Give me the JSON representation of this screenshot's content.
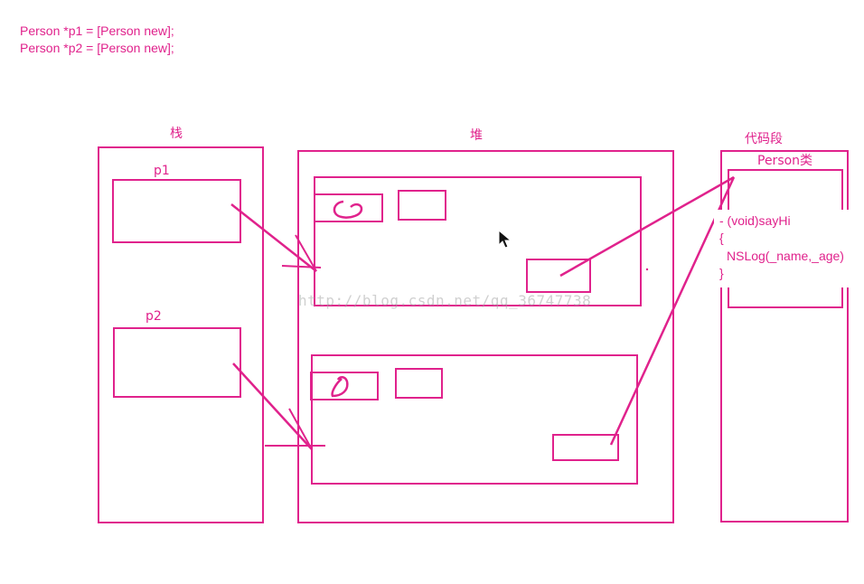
{
  "code": {
    "line1": "Person *p1 = [Person new];",
    "line2": "Person *p2 = [Person new];"
  },
  "regions": {
    "stack": "栈",
    "heap": "堆",
    "code_segment": "代码段"
  },
  "variables": {
    "p1": "p1",
    "p2": "p2"
  },
  "class_box": {
    "title": "Person类",
    "method": {
      "signature": "- (void)sayHi",
      "open_brace": "{",
      "body": "NSLog(_name,_age)",
      "close_brace": "}"
    }
  },
  "watermark": "http://blog.csdn.net/qq_36747738",
  "colors": {
    "ink": "#e0228c"
  }
}
